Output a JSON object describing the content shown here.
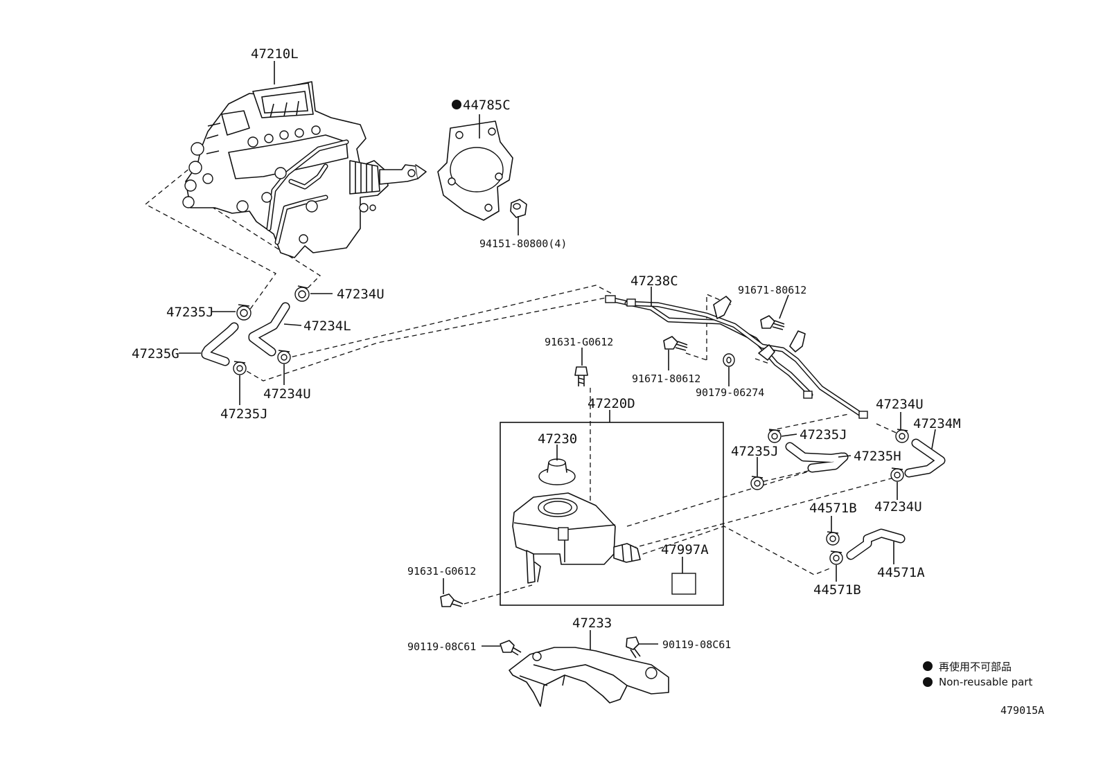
{
  "labels": {
    "p47210L": "47210L",
    "p44785C": "44785C",
    "p94151": "94151-80800(4)",
    "p47238C": "47238C",
    "p91671a": "91671-80612",
    "p91671b": "91671-80612",
    "p90179": "90179-06274",
    "p47234Ua": "47234U",
    "p47235Ja": "47235J",
    "p47234L": "47234L",
    "p47235G": "47235G",
    "p47234Ub": "47234U",
    "p47235Jb": "47235J",
    "p91631a": "91631-G0612",
    "p47220D": "47220D",
    "p47230": "47230",
    "p47997A": "47997A",
    "p91631b": "91631-G0612",
    "p47234Uc": "47234U",
    "p47234M": "47234M",
    "p47235Jc": "47235J",
    "p47235Jd": "47235J",
    "p47235H": "47235H",
    "p47234Ud": "47234U",
    "p44571Ba": "44571B",
    "p44571A": "44571A",
    "p44571Bb": "44571B",
    "p47233": "47233",
    "p90119a": "90119-08C61",
    "p90119b": "90119-08C61"
  },
  "legend": {
    "line1": "再使用不可部品",
    "line2": "Non-reusable part"
  },
  "figure_id": "479015A"
}
